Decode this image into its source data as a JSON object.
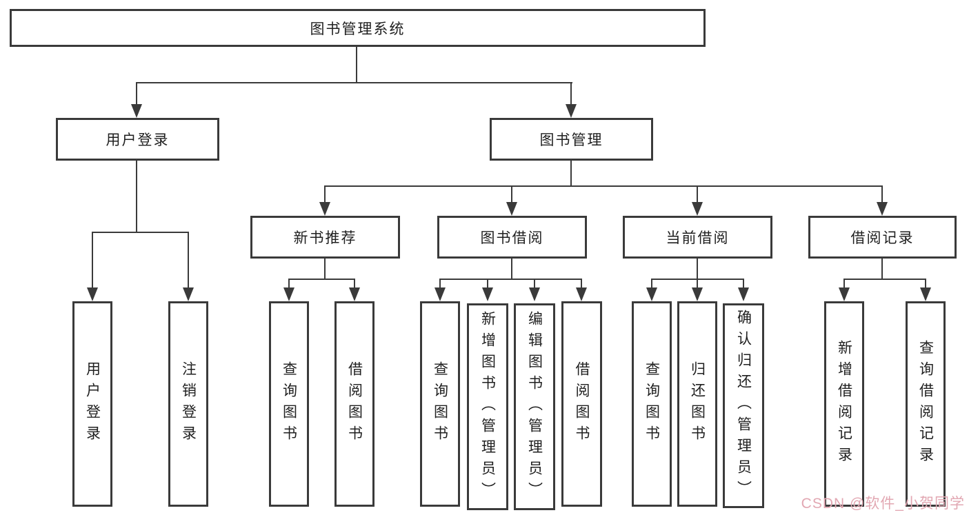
{
  "watermark": "CSDN @软件_小贺同学",
  "colors": {
    "background": "#ffffff",
    "box_border": "#3a3a3a",
    "connector_line": "#3a3a3a",
    "text": "#1f1f1f",
    "watermark": "#e2a7b2"
  },
  "tree": {
    "label": "图书管理系统",
    "children": [
      {
        "label": "用户登录",
        "children": [
          {
            "label": "用户登录"
          },
          {
            "label": "注销登录"
          }
        ]
      },
      {
        "label": "图书管理",
        "children": [
          {
            "label": "新书推荐",
            "children": [
              {
                "label": "查询图书"
              },
              {
                "label": "借阅图书"
              }
            ]
          },
          {
            "label": "图书借阅",
            "children": [
              {
                "label": "查询图书"
              },
              {
                "label": "新增图书（管理员）"
              },
              {
                "label": "编辑图书（管理员）"
              },
              {
                "label": "借阅图书"
              }
            ]
          },
          {
            "label": "当前借阅",
            "children": [
              {
                "label": "查询图书"
              },
              {
                "label": "归还图书"
              },
              {
                "label": "确认归还（管理员）"
              }
            ]
          },
          {
            "label": "借阅记录",
            "children": [
              {
                "label": "新增借阅记录"
              },
              {
                "label": "查询借阅记录"
              }
            ]
          }
        ]
      }
    ]
  }
}
